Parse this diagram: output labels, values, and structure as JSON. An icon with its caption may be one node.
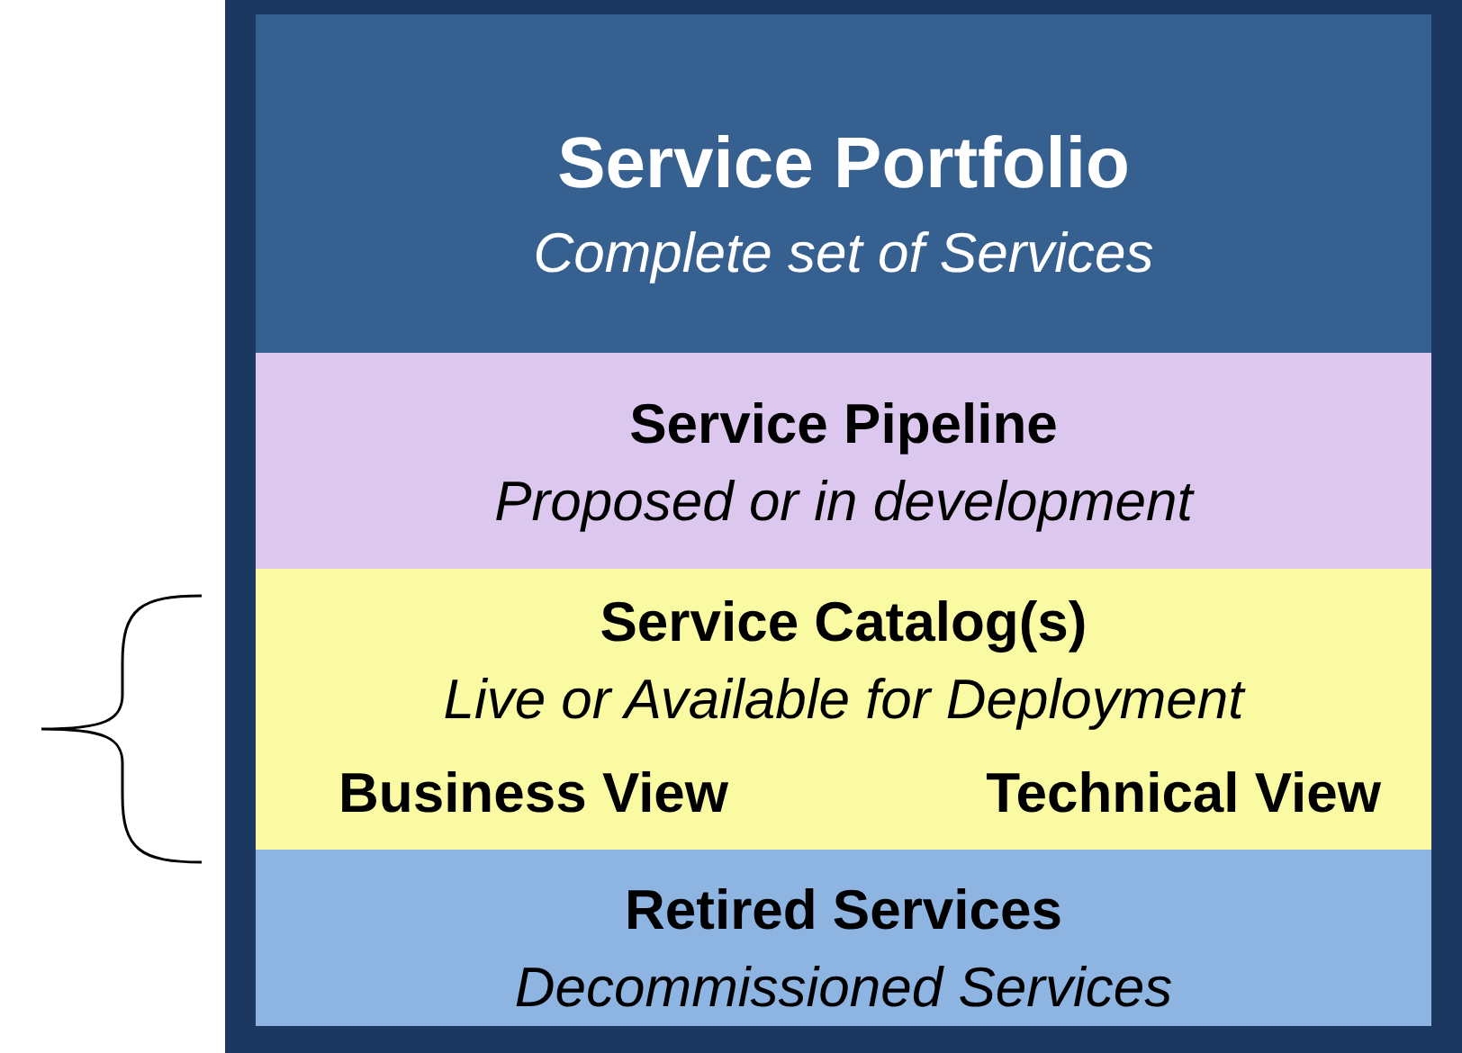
{
  "diagram": {
    "nodes": [
      {
        "text": [
          "Service Portfolio",
          "Complete set of Services"
        ]
      },
      {
        "text": [
          "Service Pipeline",
          "Proposed or in development"
        ],
        "in": 0
      },
      {
        "text": [
          "Service Catalog(s)",
          "Live or Available for Deployment",
          "Business View",
          "Technical View"
        ],
        "in": 0
      },
      {
        "text": [
          "Retired Services",
          "Decommissioned Services"
        ],
        "in": 0
      }
    ]
  }
}
